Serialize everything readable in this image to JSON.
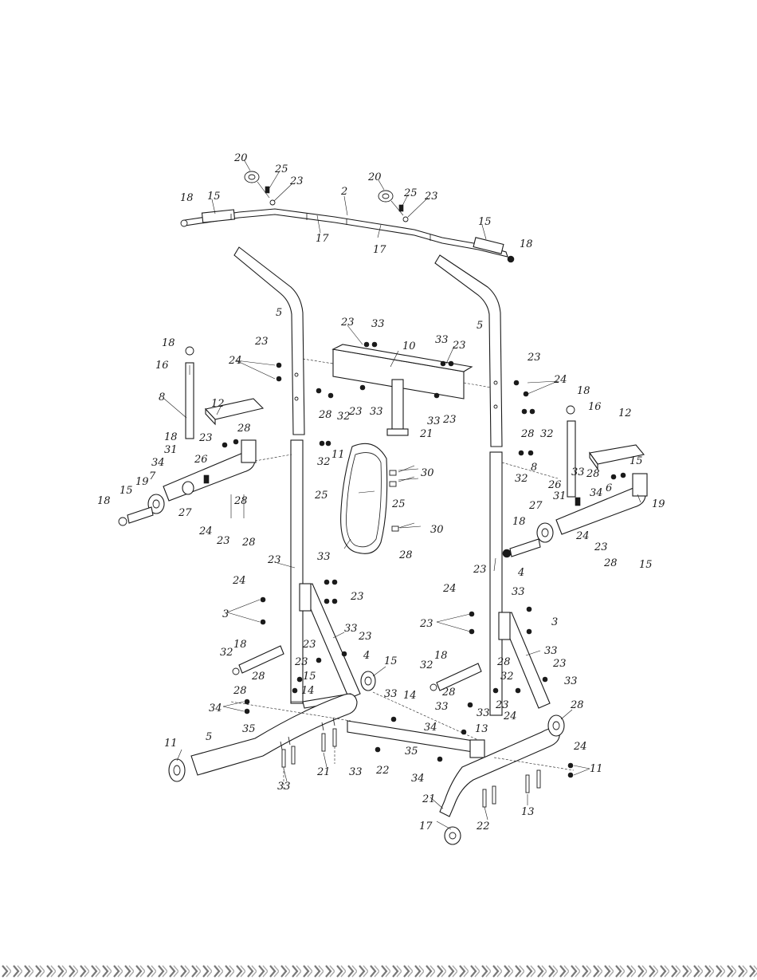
{
  "callouts": [
    {
      "id": "c1",
      "text": "20"
    },
    {
      "id": "c2",
      "text": "25"
    },
    {
      "id": "c3",
      "text": "23"
    },
    {
      "id": "c4",
      "text": "20"
    },
    {
      "id": "c5",
      "text": "25"
    },
    {
      "id": "c6",
      "text": "23"
    },
    {
      "id": "c7",
      "text": "2"
    },
    {
      "id": "c8",
      "text": "18"
    },
    {
      "id": "c9",
      "text": "15"
    },
    {
      "id": "c10",
      "text": "17"
    },
    {
      "id": "c11",
      "text": "17"
    },
    {
      "id": "c12",
      "text": "15"
    },
    {
      "id": "c13",
      "text": "18"
    },
    {
      "id": "c14",
      "text": "5"
    },
    {
      "id": "c15",
      "text": "5"
    },
    {
      "id": "c16",
      "text": "23"
    },
    {
      "id": "c17",
      "text": "33"
    },
    {
      "id": "c18",
      "text": "10"
    },
    {
      "id": "c19",
      "text": "33"
    },
    {
      "id": "c20",
      "text": "23"
    },
    {
      "id": "c21",
      "text": "23"
    },
    {
      "id": "c22",
      "text": "24"
    },
    {
      "id": "c23",
      "text": "23"
    },
    {
      "id": "c24",
      "text": "24"
    },
    {
      "id": "c25",
      "text": "18"
    },
    {
      "id": "c26",
      "text": "16"
    },
    {
      "id": "c27",
      "text": "8"
    },
    {
      "id": "c28",
      "text": "12"
    },
    {
      "id": "c29",
      "text": "28"
    },
    {
      "id": "c30",
      "text": "32"
    },
    {
      "id": "c31",
      "text": "23"
    },
    {
      "id": "c32",
      "text": "33"
    },
    {
      "id": "c33",
      "text": "33"
    },
    {
      "id": "c34",
      "text": "23"
    },
    {
      "id": "c35",
      "text": "21"
    },
    {
      "id": "c36",
      "text": "28"
    },
    {
      "id": "c37",
      "text": "32"
    },
    {
      "id": "c38",
      "text": "18"
    },
    {
      "id": "c39",
      "text": "16"
    },
    {
      "id": "c40",
      "text": "12"
    },
    {
      "id": "c41",
      "text": "18"
    },
    {
      "id": "c42",
      "text": "28"
    },
    {
      "id": "c43",
      "text": "23"
    },
    {
      "id": "c44",
      "text": "31"
    },
    {
      "id": "c45",
      "text": "34"
    },
    {
      "id": "c46",
      "text": "26"
    },
    {
      "id": "c47",
      "text": "7"
    },
    {
      "id": "c48",
      "text": "19"
    },
    {
      "id": "c49",
      "text": "15"
    },
    {
      "id": "c50",
      "text": "18"
    },
    {
      "id": "c51",
      "text": "27"
    },
    {
      "id": "c52",
      "text": "24"
    },
    {
      "id": "c53",
      "text": "23"
    },
    {
      "id": "c54",
      "text": "28"
    },
    {
      "id": "c55",
      "text": "28"
    },
    {
      "id": "c56",
      "text": "32"
    },
    {
      "id": "c57",
      "text": "11"
    },
    {
      "id": "c58",
      "text": "25"
    },
    {
      "id": "c59",
      "text": "30"
    },
    {
      "id": "c60",
      "text": "25"
    },
    {
      "id": "c61",
      "text": "30"
    },
    {
      "id": "c62",
      "text": "28"
    },
    {
      "id": "c63",
      "text": "32"
    },
    {
      "id": "c64",
      "text": "8"
    },
    {
      "id": "c65",
      "text": "33"
    },
    {
      "id": "c66",
      "text": "28"
    },
    {
      "id": "c67",
      "text": "15"
    },
    {
      "id": "c68",
      "text": "26"
    },
    {
      "id": "c69",
      "text": "31"
    },
    {
      "id": "c70",
      "text": "34"
    },
    {
      "id": "c71",
      "text": "6"
    },
    {
      "id": "c72",
      "text": "19"
    },
    {
      "id": "c73",
      "text": "27"
    },
    {
      "id": "c74",
      "text": "24"
    },
    {
      "id": "c75",
      "text": "23"
    },
    {
      "id": "c76",
      "text": "28"
    },
    {
      "id": "c77",
      "text": "15"
    },
    {
      "id": "c78",
      "text": "18"
    },
    {
      "id": "c79",
      "text": "4"
    },
    {
      "id": "c80",
      "text": "23"
    },
    {
      "id": "c81",
      "text": "33"
    },
    {
      "id": "c82",
      "text": "23"
    },
    {
      "id": "c83",
      "text": "24"
    },
    {
      "id": "c84",
      "text": "3"
    },
    {
      "id": "c85",
      "text": "33"
    },
    {
      "id": "c86",
      "text": "23"
    },
    {
      "id": "c87",
      "text": "4"
    },
    {
      "id": "c88",
      "text": "23"
    },
    {
      "id": "c89",
      "text": "24"
    },
    {
      "id": "c90",
      "text": "23"
    },
    {
      "id": "c91",
      "text": "33"
    },
    {
      "id": "c92",
      "text": "3"
    },
    {
      "id": "c93",
      "text": "33"
    },
    {
      "id": "c94",
      "text": "23"
    },
    {
      "id": "c95",
      "text": "33"
    },
    {
      "id": "c96",
      "text": "23"
    },
    {
      "id": "c97",
      "text": "15"
    },
    {
      "id": "c98",
      "text": "18"
    },
    {
      "id": "c99",
      "text": "32"
    },
    {
      "id": "c100",
      "text": "23"
    },
    {
      "id": "c101",
      "text": "28"
    },
    {
      "id": "c102",
      "text": "14"
    },
    {
      "id": "c103",
      "text": "15"
    },
    {
      "id": "c104",
      "text": "18"
    },
    {
      "id": "c105",
      "text": "32"
    },
    {
      "id": "c106",
      "text": "28"
    },
    {
      "id": "c107",
      "text": "32"
    },
    {
      "id": "c108",
      "text": "28"
    },
    {
      "id": "c109",
      "text": "33"
    },
    {
      "id": "c110",
      "text": "23"
    },
    {
      "id": "c111",
      "text": "28"
    },
    {
      "id": "c112",
      "text": "24"
    },
    {
      "id": "c113",
      "text": "34"
    },
    {
      "id": "c114",
      "text": "35"
    },
    {
      "id": "c115",
      "text": "33"
    },
    {
      "id": "c116",
      "text": "14"
    },
    {
      "id": "c117",
      "text": "28"
    },
    {
      "id": "c118",
      "text": "33"
    },
    {
      "id": "c119",
      "text": "34"
    },
    {
      "id": "c120",
      "text": "13"
    },
    {
      "id": "c121",
      "text": "11"
    },
    {
      "id": "c122",
      "text": "5"
    },
    {
      "id": "c123",
      "text": "35"
    },
    {
      "id": "c124",
      "text": "33"
    },
    {
      "id": "c125",
      "text": "22"
    },
    {
      "id": "c126",
      "text": "21"
    },
    {
      "id": "c127",
      "text": "33"
    },
    {
      "id": "c128",
      "text": "34"
    },
    {
      "id": "c129",
      "text": "24"
    },
    {
      "id": "c130",
      "text": "11"
    },
    {
      "id": "c131",
      "text": "21"
    },
    {
      "id": "c132",
      "text": "22"
    },
    {
      "id": "c133",
      "text": "13"
    },
    {
      "id": "c134",
      "text": "17"
    }
  ]
}
